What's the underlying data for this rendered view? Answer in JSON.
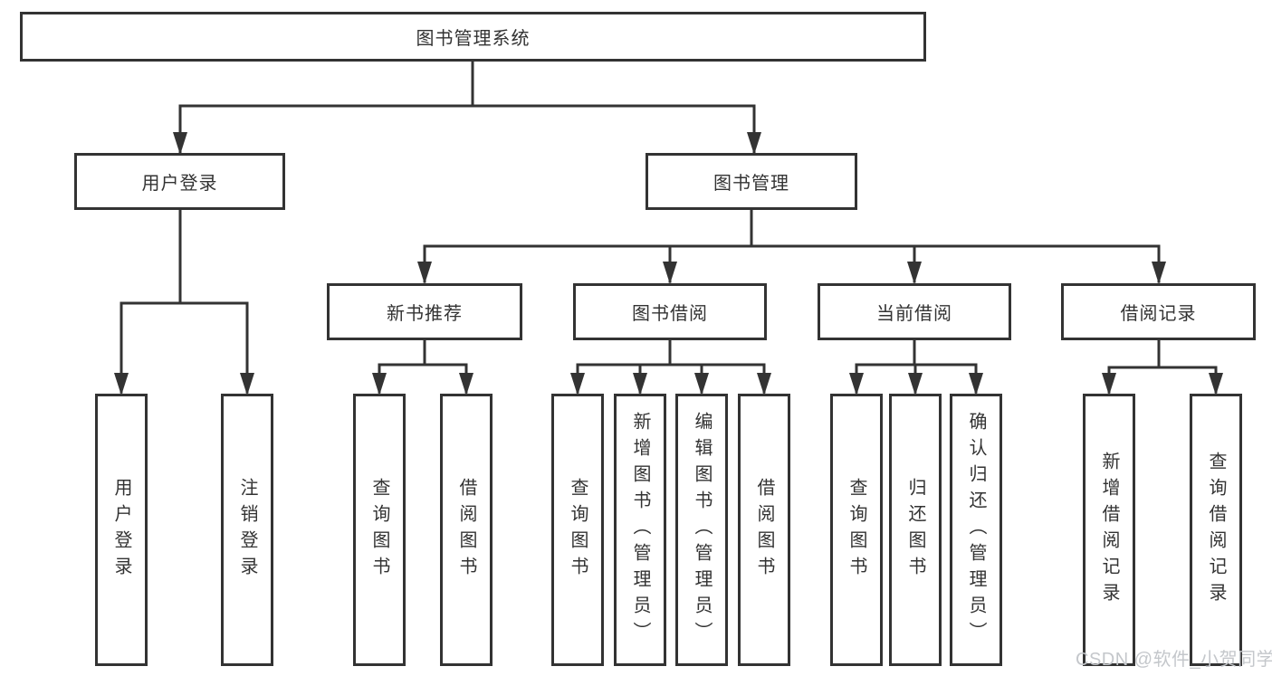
{
  "diagram": {
    "root": {
      "label": "图书管理系统"
    },
    "level1": [
      {
        "label": "用户登录"
      },
      {
        "label": "图书管理"
      }
    ],
    "level2": [
      {
        "label": "新书推荐"
      },
      {
        "label": "图书借阅"
      },
      {
        "label": "当前借阅"
      },
      {
        "label": "借阅记录"
      }
    ],
    "level3": [
      {
        "label": "用户登录"
      },
      {
        "label": "注销登录"
      },
      {
        "label": "查询图书"
      },
      {
        "label": "借阅图书"
      },
      {
        "label": "查询图书"
      },
      {
        "label": "新增图书（管理员）"
      },
      {
        "label": "编辑图书（管理员）"
      },
      {
        "label": "借阅图书"
      },
      {
        "label": "查询图书"
      },
      {
        "label": "归还图书"
      },
      {
        "label": "确认归还（管理员）"
      },
      {
        "label": "新增借阅记录"
      },
      {
        "label": "查询借阅记录"
      }
    ]
  },
  "watermark": {
    "text": "CSDN @软件_小贺同学"
  },
  "colors": {
    "line": "#333333",
    "text": "#333333",
    "watermark": "#c4c7cb",
    "background": "#ffffff"
  }
}
